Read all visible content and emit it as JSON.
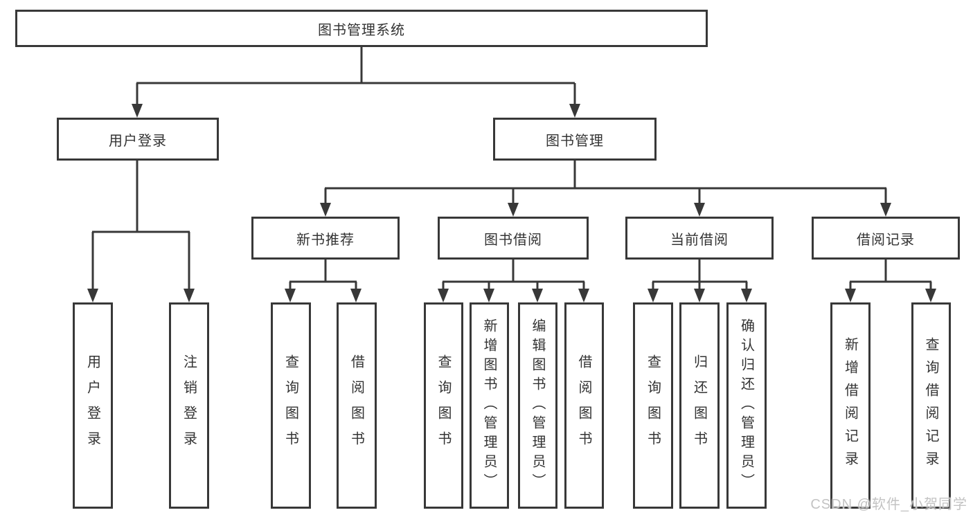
{
  "diagram": {
    "root": {
      "label": "图书管理系统"
    },
    "branches": [
      {
        "label": "用户登录",
        "children": [
          {
            "label": "用户登录"
          },
          {
            "label": "注销登录"
          }
        ]
      },
      {
        "label": "图书管理",
        "children": [
          {
            "label": "新书推荐",
            "children": [
              {
                "label": "查询图书"
              },
              {
                "label": "借阅图书"
              }
            ]
          },
          {
            "label": "图书借阅",
            "children": [
              {
                "label": "查询图书"
              },
              {
                "label": "新增图书（管理员）"
              },
              {
                "label": "编辑图书（管理员）"
              },
              {
                "label": "借阅图书"
              }
            ]
          },
          {
            "label": "当前借阅",
            "children": [
              {
                "label": "查询图书"
              },
              {
                "label": "归还图书"
              },
              {
                "label": "确认归还（管理员）"
              }
            ]
          },
          {
            "label": "借阅记录",
            "children": [
              {
                "label": "新增借阅记录"
              },
              {
                "label": "查询借阅记录"
              }
            ]
          }
        ]
      }
    ]
  },
  "watermark": {
    "text": "CSDN @软件_小贺同学"
  },
  "colors": {
    "line": "#383838",
    "text": "#333333",
    "watermark_text": "#c3c3c3",
    "background": "#ffffff"
  }
}
